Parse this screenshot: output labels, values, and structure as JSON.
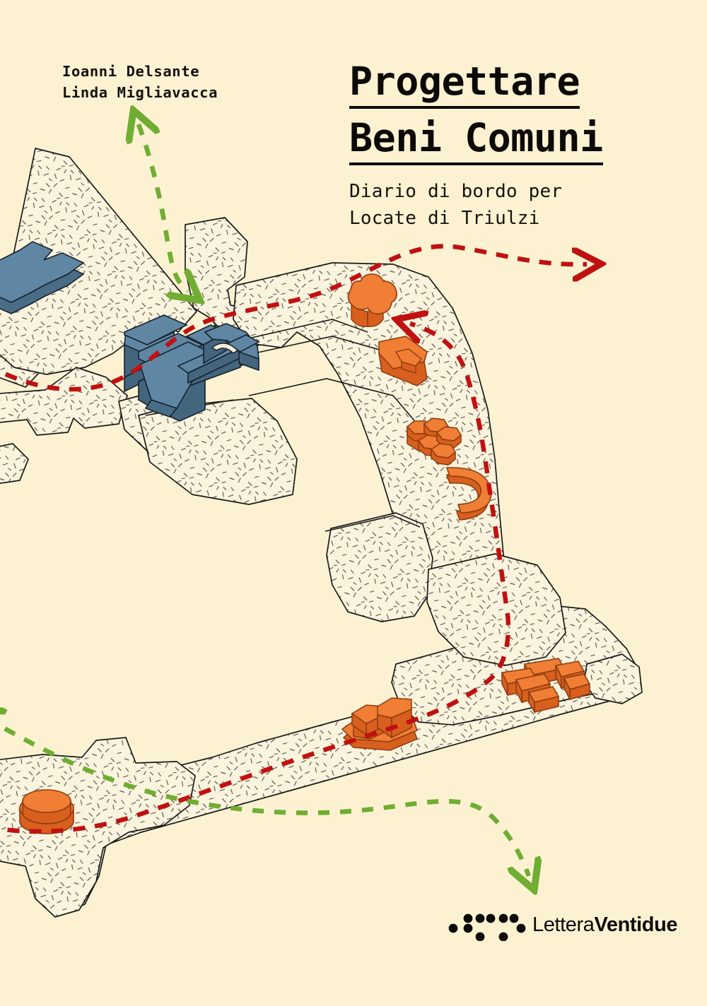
{
  "cover": {
    "background_color": "#fcf2d2",
    "authors": "Ioanni Delsante\nLinda Migliavacca",
    "title_line_1": "Progettare",
    "title_line_2": "Beni Comuni",
    "subtitle": "Diario di bordo per\nLocate di Triulzi",
    "publisher_regular": "Lettera",
    "publisher_bold": "Ventidue",
    "publisher_logo": "braille-dots-logo"
  },
  "palette": {
    "background": "#fcf2d2",
    "ground_fill": "#faf3de",
    "outline": "#1a1a1a",
    "building_blue_top": "#5f87a4",
    "building_blue_side": "#4a6d87",
    "intervention_orange_top": "#f07e34",
    "intervention_orange_side": "#d85f1d",
    "path_red": "#c01111",
    "path_green": "#6fae32",
    "text": "#0c0a07"
  },
  "illustration": {
    "type": "axonometric-site-plan",
    "description": "Axonometric plan of Locate di Triulzi public space with hatched ground plots, blue existing buildings, orange design interventions and dashed movement paths",
    "legend_paths": [
      {
        "name": "red-dashed-route",
        "color": "#c01111",
        "arrowheads": 2
      },
      {
        "name": "green-dashed-route",
        "color": "#6fae32",
        "arrowheads": 2
      }
    ],
    "interventions": [
      {
        "name": "trefoil-cluster",
        "shape": "clover"
      },
      {
        "name": "long-bench",
        "shape": "elongated-slab"
      },
      {
        "name": "hexagon-cluster",
        "shape": "hexagons"
      },
      {
        "name": "curved-arc-seat",
        "shape": "c-curve"
      },
      {
        "name": "scattered-bars",
        "shape": "bars"
      },
      {
        "name": "double-block-platform",
        "shape": "blocks-on-base"
      },
      {
        "name": "round-disc-podium",
        "shape": "cylinder"
      }
    ],
    "buildings": [
      {
        "name": "north-building",
        "shape": "t-plan"
      },
      {
        "name": "central-complex",
        "shape": "courtyard-plan"
      }
    ]
  }
}
